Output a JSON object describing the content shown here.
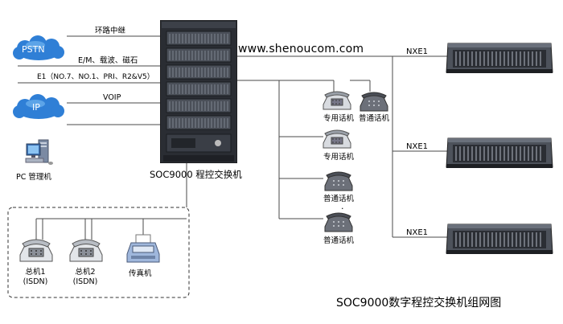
{
  "clouds": {
    "pstn": "PSTN",
    "ip": "IP"
  },
  "links": {
    "relay": "环路中继",
    "em": "E/M、载波、磁石",
    "e1": "E1（NO.7、NO.1、PRI、R2&V5）",
    "voip": "VOIP"
  },
  "pc_label": "PC 管理机",
  "switch_label": "SOC9000 程控交换机",
  "website": "www.shenoucom.com",
  "phones": {
    "dedicated1": "专用话机",
    "ordinary1": "普通话机",
    "dedicated2": "专用话机",
    "ordinary2": "普通话机",
    "ordinary3": "普通话机",
    "dots": "·"
  },
  "nxe": [
    "NXE1",
    "NXE1",
    "NXE1"
  ],
  "local": {
    "host1": "总机1",
    "host1_sub": "(ISDN)",
    "host2": "总机2",
    "host2_sub": "(ISDN)",
    "fax": "传真机"
  },
  "caption": "SOC9000数字程控交换机组网图",
  "colors": {
    "cloud": "#2f7fd6",
    "rack": "#2a2d33",
    "line": "#444444"
  }
}
